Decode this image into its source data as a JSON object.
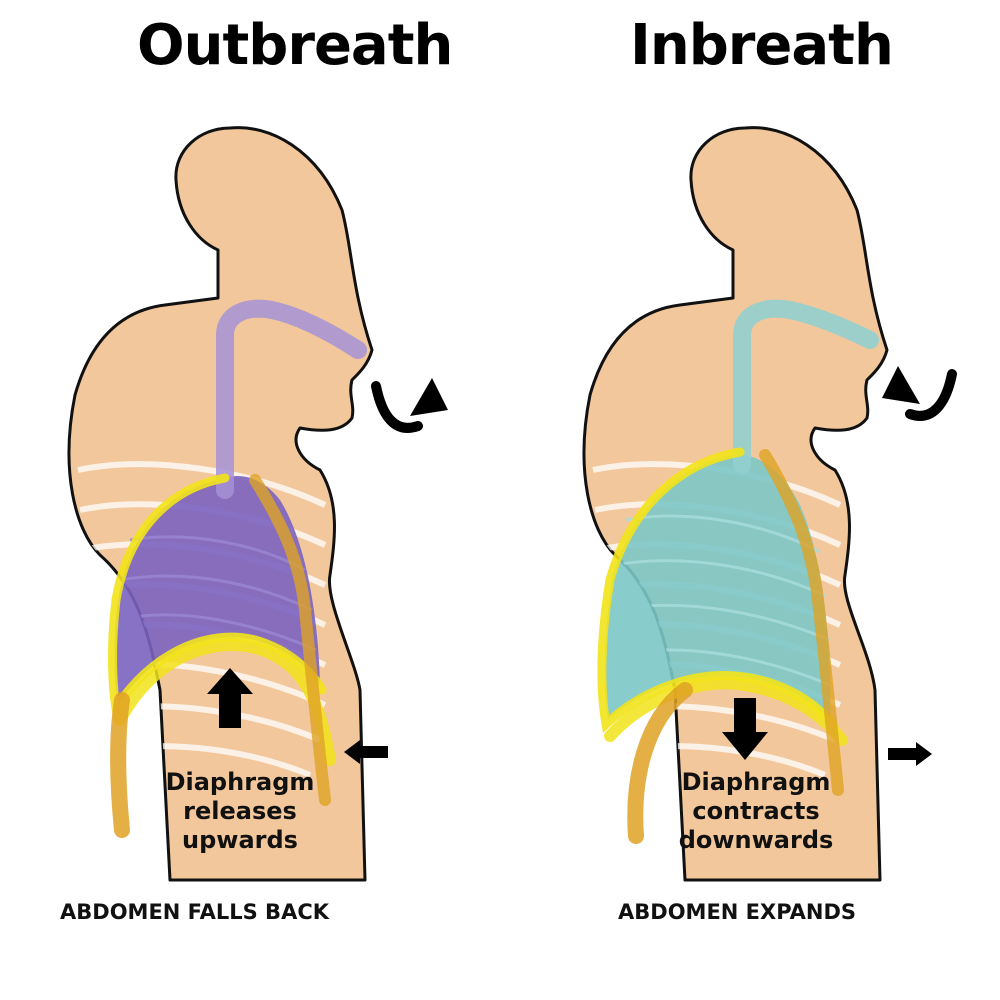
{
  "outbreath": {
    "title": "Outbreath",
    "diaphragm_line1": "Diaphragm",
    "diaphragm_line2": "releases",
    "diaphragm_line3": "upwards",
    "caption": "ABDOMEN FALLS BACK"
  },
  "inbreath": {
    "title": "Inbreath",
    "diaphragm_line1": "Diaphragm",
    "diaphragm_line2": "contracts",
    "diaphragm_line3": "downwards",
    "caption": "ABDOMEN EXPANDS"
  },
  "colors": {
    "skin": "#f2c79c",
    "outline": "#111111",
    "outbreath_lung": "#7b63c0",
    "inbreath_lung": "#7cc6c6",
    "pleura": "#f2e31a",
    "cartilage": "#dfa224",
    "rib": "#ffffff",
    "arrow": "#000000"
  }
}
